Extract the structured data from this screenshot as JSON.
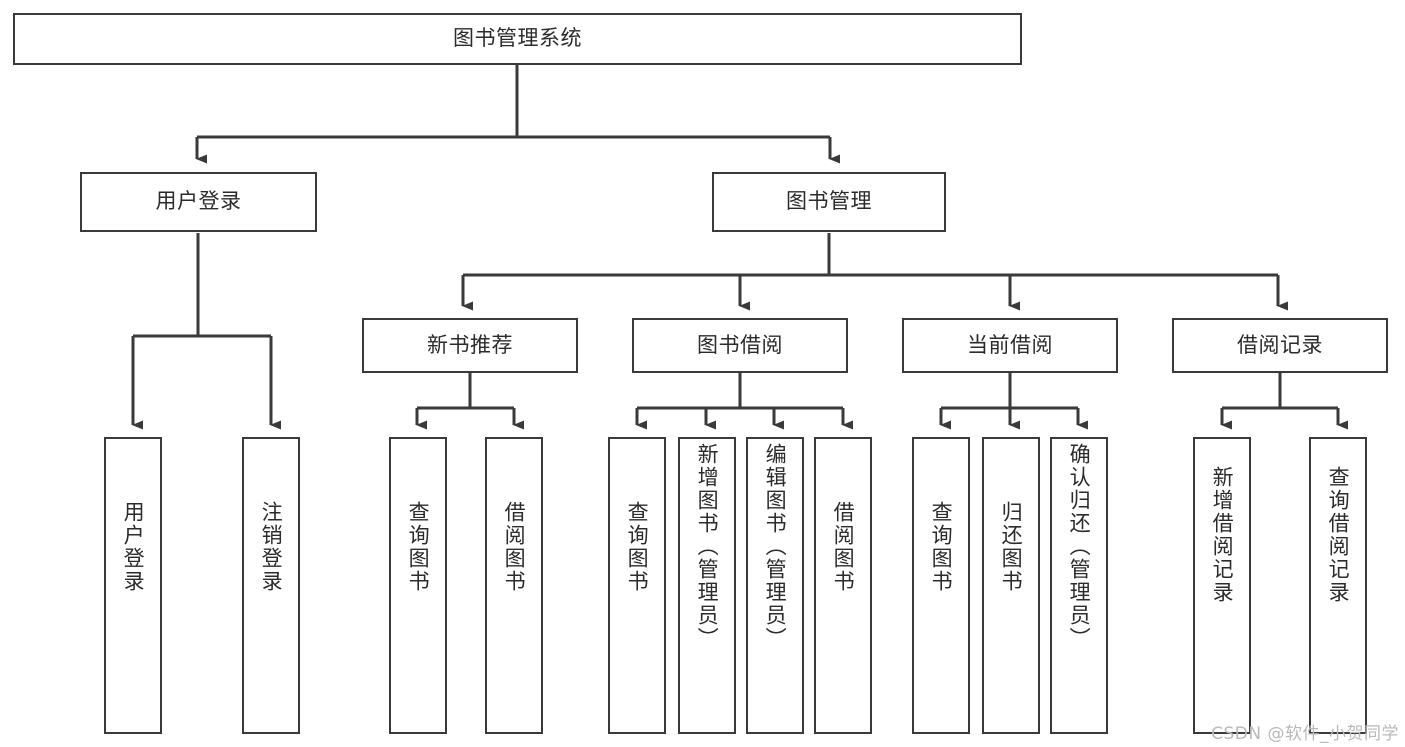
{
  "diagram": {
    "title": "图书管理系统",
    "type": "tree-hierarchy-chart",
    "watermark": "CSDN @软件_小贺同学",
    "colors": {
      "stroke": "#3a3a3a",
      "text": "#2b2b2b",
      "background": "#ffffff",
      "watermark": "#b9b9b9"
    },
    "root": {
      "label": "图书管理系统"
    },
    "level1": [
      {
        "label": "用户登录"
      },
      {
        "label": "图书管理"
      }
    ],
    "level2": [
      {
        "label": "新书推荐"
      },
      {
        "label": "图书借阅"
      },
      {
        "label": "当前借阅"
      },
      {
        "label": "借阅记录"
      }
    ],
    "leaves": {
      "user_login": [
        {
          "label": "用户登录"
        },
        {
          "label": "注销登录"
        }
      ],
      "new_book_recommend": [
        {
          "label": "查询图书"
        },
        {
          "label": "借阅图书"
        }
      ],
      "book_borrow": [
        {
          "label": "查询图书"
        },
        {
          "label": "新增图书（管理员）"
        },
        {
          "label": "编辑图书（管理员）"
        },
        {
          "label": "借阅图书"
        }
      ],
      "current_borrow": [
        {
          "label": "查询图书"
        },
        {
          "label": "归还图书"
        },
        {
          "label": "确认归还（管理员）"
        }
      ],
      "borrow_record": [
        {
          "label": "新增借阅记录"
        },
        {
          "label": "查询借阅记录"
        }
      ]
    }
  }
}
